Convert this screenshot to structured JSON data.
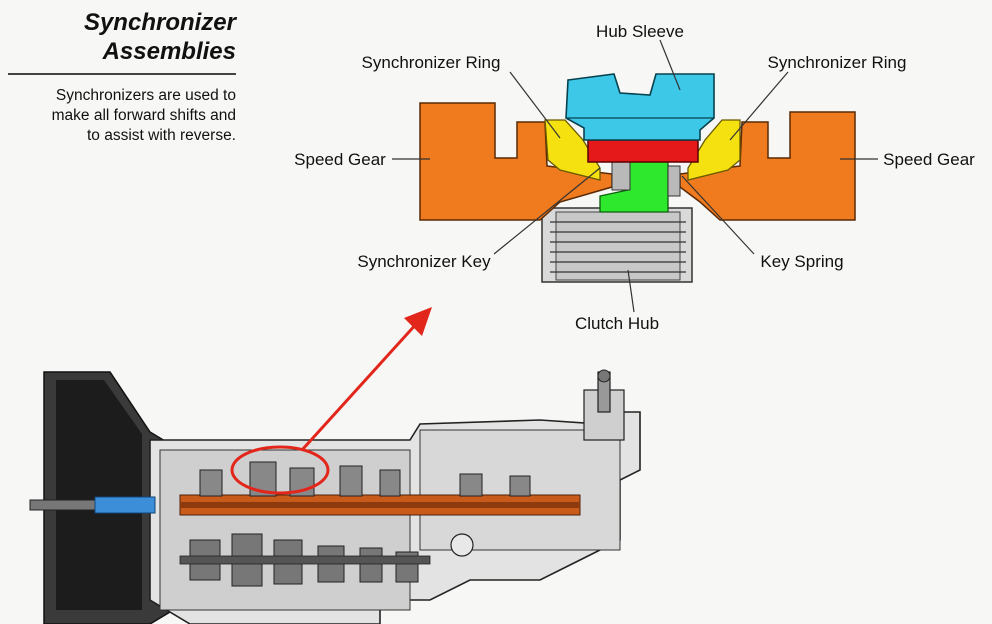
{
  "header": {
    "title_line1": "Synchronizer",
    "title_line2": "Assemblies",
    "description": [
      "Synchronizers are used to",
      "make all forward shifts and",
      "to assist with reverse."
    ]
  },
  "labels": {
    "hub_sleeve": "Hub Sleeve",
    "sync_ring_left": "Synchronizer Ring",
    "sync_ring_right": "Synchronizer Ring",
    "speed_gear_left": "Speed Gear",
    "speed_gear_right": "Speed Gear",
    "sync_key": "Synchronizer Key",
    "key_spring": "Key Spring",
    "clutch_hub": "Clutch Hub"
  },
  "colors": {
    "speed_gear": "#f07a1e",
    "hub_sleeve": "#3cc8e6",
    "sync_ring": "#f5e10f",
    "sync_key": "#e51919",
    "key_spring": "#2ee82e",
    "clutch_hub": "#d6d6d6",
    "callout": "#e3261b"
  }
}
